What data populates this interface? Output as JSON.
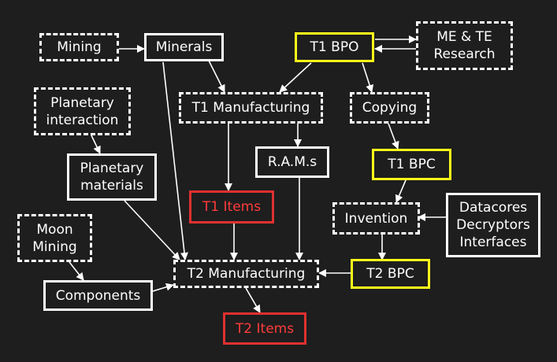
{
  "nodes": {
    "mining": "Mining",
    "minerals": "Minerals",
    "t1_bpo": "T1  BPO",
    "me_te": "ME & TE\nResearch",
    "planetary_interaction": "Planetary\ninteraction",
    "t1_manufacturing": "T1  Manufacturing",
    "copying": "Copying",
    "planetary_materials": "Planetary\nmaterials",
    "rams": "R.A.M.s",
    "t1_bpc": "T1  BPC",
    "t1_items": "T1  Items",
    "invention": "Invention",
    "datacores": "Datacores\nDecryptors\nInterfaces",
    "moon_mining": "Moon\nMining",
    "t2_manufacturing": "T2  Manufacturing",
    "t2_bpc": "T2  BPC",
    "components": "Components",
    "t2_items": "T2  Items"
  },
  "colors": {
    "background": "#1e1e1e",
    "line": "#ffffff",
    "yellow": "#ffff1a",
    "red": "#e03030"
  }
}
